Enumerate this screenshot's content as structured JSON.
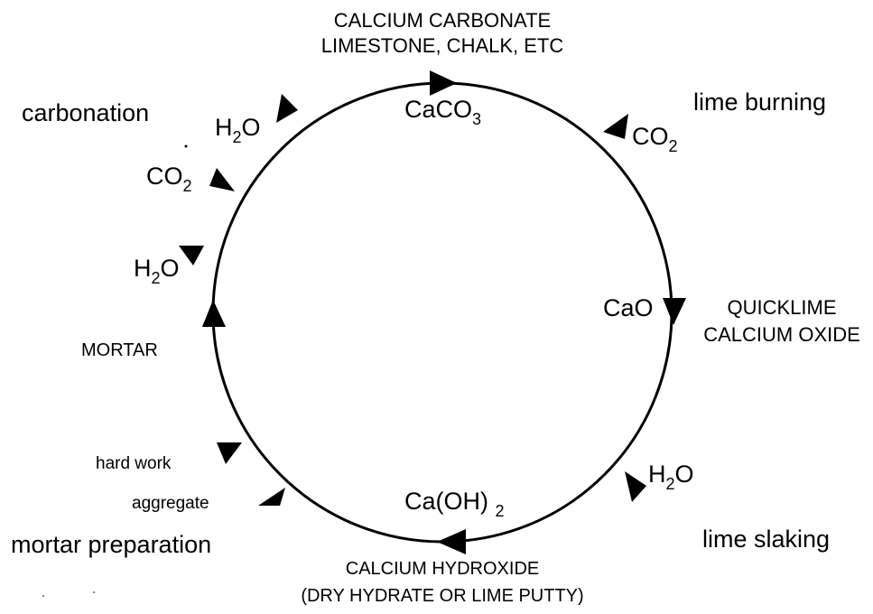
{
  "top": {
    "line1": "CALCIUM CARBONATE",
    "line2": "LIMESTONE, CHALK, ETC",
    "formula_main": "CaCO",
    "formula_sub": "3"
  },
  "right": {
    "formula": "CaO",
    "line1": "QUICKLIME",
    "line2": "CALCIUM OXIDE"
  },
  "bottom": {
    "formula_main": "Ca(OH)",
    "formula_sub": "2",
    "line1": "CALCIUM HYDROXIDE",
    "line2": "(DRY HYDRATE OR LIME PUTTY)"
  },
  "left": {
    "label": "MORTAR"
  },
  "processes": {
    "carbonation": "carbonation",
    "lime_burning": "lime burning",
    "lime_slaking": "lime slaking",
    "mortar_preparation": "mortar preparation"
  },
  "inputs": {
    "h2o_top_main": "H",
    "h2o_top_sub": "2",
    "h2o_top_end": "O",
    "co2_left_main": "CO",
    "co2_left_sub": "2",
    "h2o_left_main": "H",
    "h2o_left_sub": "2",
    "h2o_left_end": "O",
    "co2_right_main": "CO",
    "co2_right_sub": "2",
    "h2o_right_main": "H",
    "h2o_right_sub": "2",
    "h2o_right_end": "O",
    "hard_work": "hard work",
    "aggregate": "aggregate"
  }
}
